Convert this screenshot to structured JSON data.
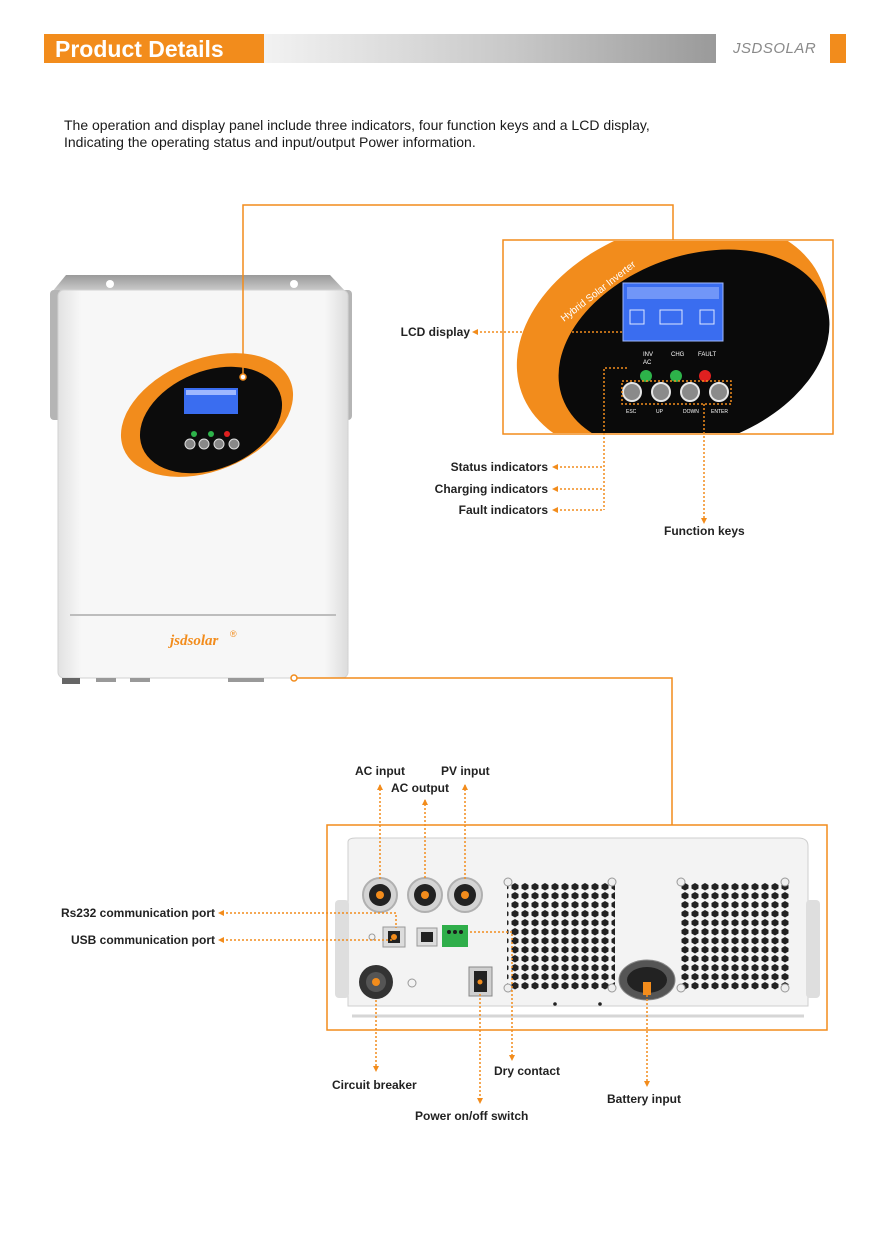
{
  "header": {
    "title": "Product Details",
    "brand": "JSDSOLAR",
    "accent": "#f28c1c"
  },
  "intro": {
    "line1": "The operation and display panel include three indicators, four function keys and a LCD display,",
    "line2": "Indicating the operating status and input/output Power information."
  },
  "device": {
    "logo": "jsdsolar",
    "logo_mark": "®",
    "panel_arc_text": "Hybrid Solar Inverter",
    "indicator_labels": [
      "INV",
      "AC",
      "CHG",
      "FAULT"
    ],
    "key_labels": [
      "ESC",
      "UP",
      "DOWN",
      "ENTER"
    ]
  },
  "front_panel_callouts": {
    "lcd_display": "LCD display",
    "status_indicators": "Status indicators",
    "charging_indicators": "Charging indicators",
    "fault_indicators": "Fault indicators",
    "function_keys": "Function keys"
  },
  "bottom_panel_callouts": {
    "ac_input": "AC input",
    "pv_input": "PV input",
    "ac_output": "AC output",
    "rs232": "Rs232 communication port",
    "usb": "USB communication port",
    "circuit_breaker": "Circuit breaker",
    "dry_contact": "Dry contact",
    "power_switch": "Power on/off switch",
    "battery_input": "Battery input"
  },
  "colors": {
    "orange": "#f28c1c",
    "led_green": "#2db34a",
    "led_red": "#e02020",
    "lcd_blue": "#3a6df0"
  }
}
